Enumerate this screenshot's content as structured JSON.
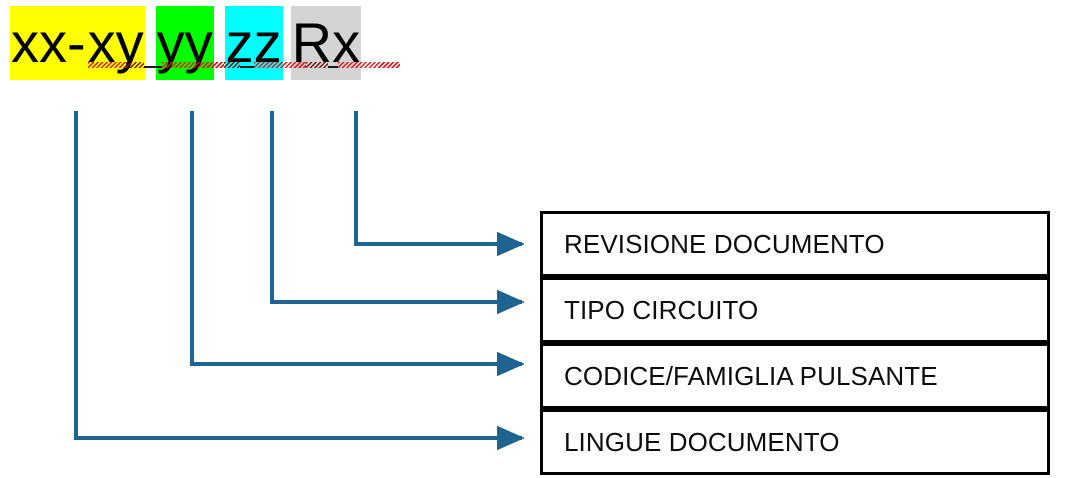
{
  "diagram": {
    "code_string": {
      "full_text": "xx-xy yy zz Rx",
      "segments": [
        {
          "text": "xx-",
          "highlight": "#ffff00",
          "name": "segment-xx"
        },
        {
          "text": "xy",
          "highlight": "#ffff00",
          "name": "segment-xy"
        },
        {
          "text": "yy",
          "highlight": "#00ff00",
          "name": "segment-yy"
        },
        {
          "text": "zz",
          "highlight": "#00ffff",
          "name": "segment-zz"
        },
        {
          "text": "Rx",
          "highlight": "#d4d4d4",
          "name": "segment-rx"
        }
      ]
    },
    "boxes": [
      {
        "label": "REVISIONE DOCUMENTO",
        "name": "box-revisione-documento"
      },
      {
        "label": "TIPO CIRCUITO",
        "name": "box-tipo-circuito"
      },
      {
        "label": "CODICE/FAMIGLIA PULSANTE",
        "name": "box-codice-famiglia-pulsante"
      },
      {
        "label": "LINGUE DOCUMENTO",
        "name": "box-lingue-documento"
      }
    ],
    "colors": {
      "connector": "#1f6491",
      "box_border": "#000000",
      "text": "#000000",
      "highlight_yellow": "#ffff00",
      "highlight_green": "#00ff00",
      "highlight_cyan": "#00ffff",
      "highlight_gray": "#d4d4d4",
      "spellcheck_underline": "#e01b1b"
    },
    "connections": [
      {
        "from": "segment-rx",
        "to": "box-revisione-documento"
      },
      {
        "from": "segment-zz",
        "to": "box-tipo-circuito"
      },
      {
        "from": "segment-yy",
        "to": "box-codice-famiglia-pulsante"
      },
      {
        "from": "segment-xx",
        "to": "box-lingue-documento"
      }
    ]
  }
}
